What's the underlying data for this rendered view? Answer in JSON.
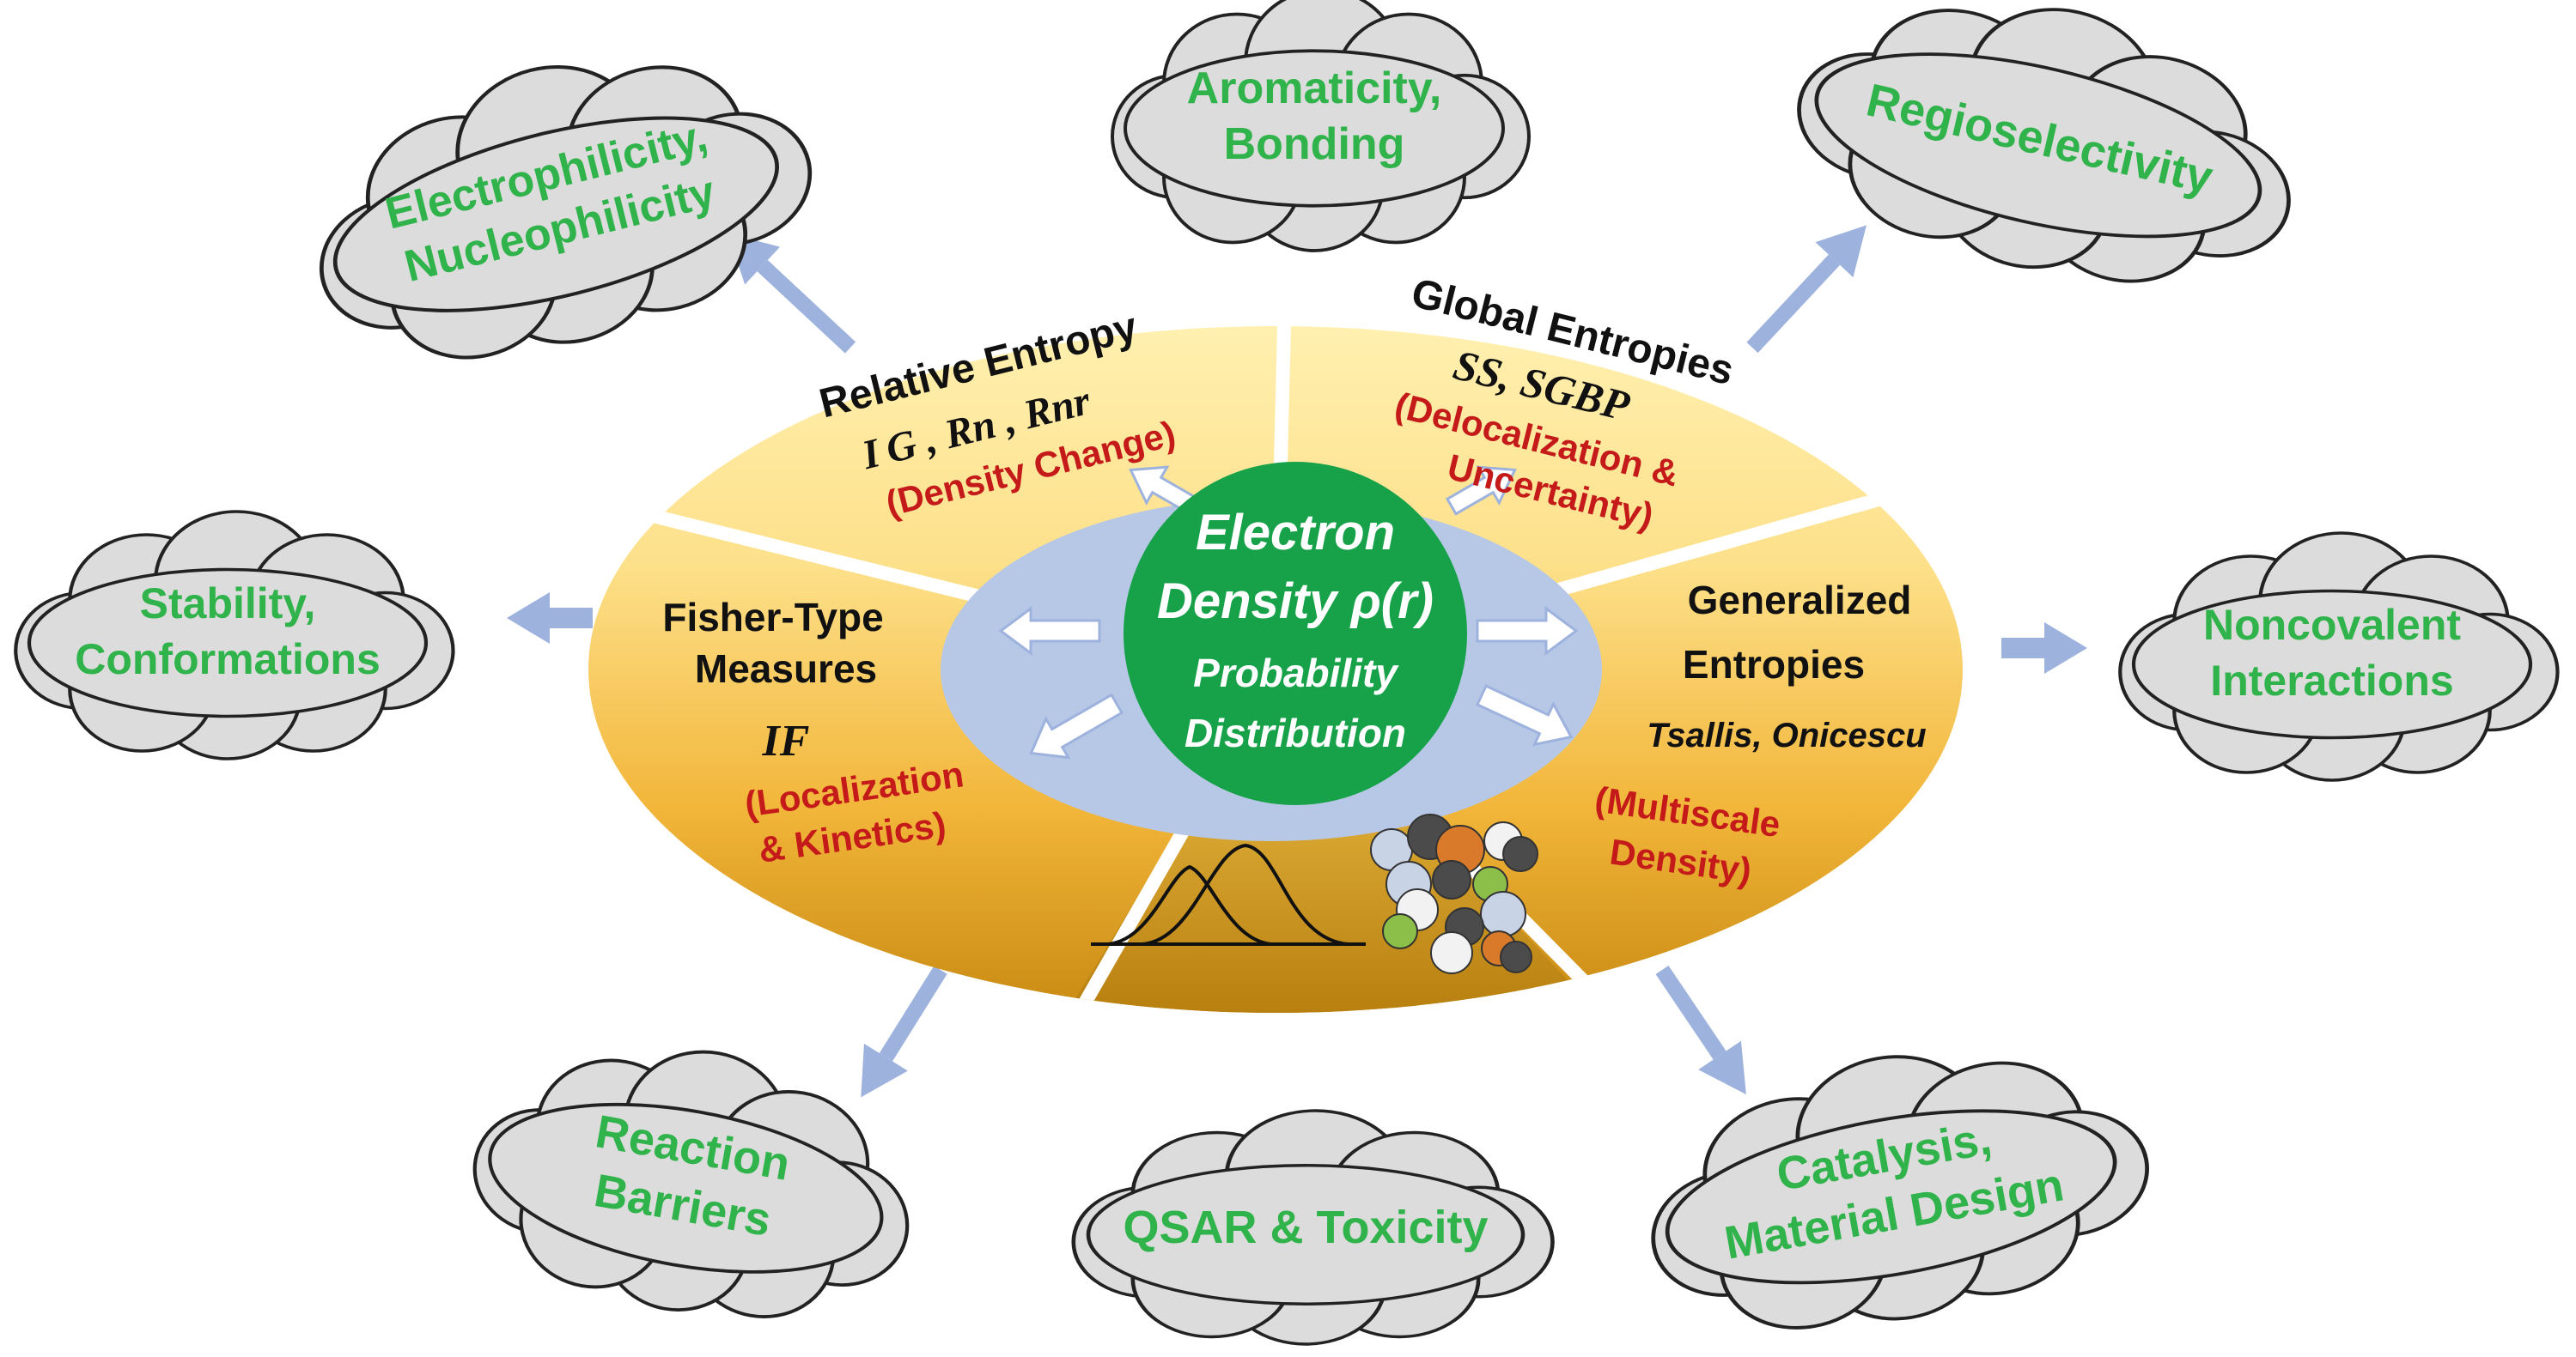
{
  "center": {
    "line1": "Electron",
    "line2": "Density ρ(r)",
    "line3": "Probability",
    "line4": "Distribution"
  },
  "segments": {
    "relative_entropy": {
      "title": "Relative Entropy",
      "symbols": "I G , Rn , Rnr",
      "note": "(Density Change)"
    },
    "global_entropies": {
      "title": "Global Entropies",
      "symbols": "SS, SGBP",
      "note_line1": "(Delocalization &",
      "note_line2": "Uncertainty)"
    },
    "fisher": {
      "title_line1": "Fisher-Type",
      "title_line2": "Measures",
      "symbol": "IF",
      "note_line1": "(Localization",
      "note_line2": "& Kinetics)"
    },
    "generalized": {
      "title_line1": "Generalized",
      "title_line2": "Entropies",
      "subtitle": "Tsallis, Onicescu",
      "note_line1": "(Multiscale",
      "note_line2": "Density)"
    }
  },
  "clouds": {
    "electrophilicity": {
      "line1": "Electrophilicity,",
      "line2": "Nucleophilicity"
    },
    "aromaticity": {
      "line1": "Aromaticity,",
      "line2": "Bonding"
    },
    "regioselectivity": {
      "line1": "Regioselectivity"
    },
    "stability": {
      "line1": "Stability,",
      "line2": "Conformations"
    },
    "noncovalent": {
      "line1": "Noncovalent",
      "line2": "Interactions"
    },
    "reaction": {
      "line1": "Reaction",
      "line2": "Barriers"
    },
    "qsar": {
      "line1": "QSAR & Toxicity"
    },
    "catalysis": {
      "line1": "Catalysis,",
      "line2": "Material Design"
    }
  },
  "colors": {
    "cloud_fill": "#dcdcdc",
    "cloud_text": "#2fb34a",
    "note_text": "#c41a1a",
    "center_fill": "#17a24a",
    "inner_ellipse": "#b7c8e6",
    "arrow": "#9db2dd",
    "ring_light": "#fde79a",
    "ring_dark": "#e9a21a"
  }
}
